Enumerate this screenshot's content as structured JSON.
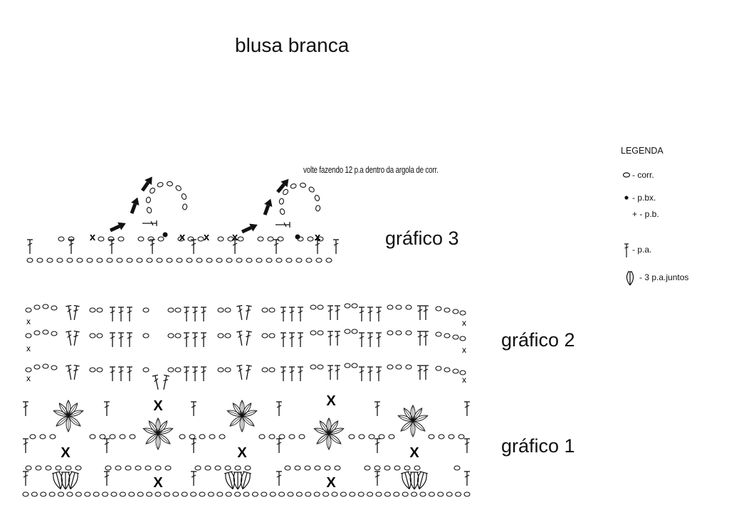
{
  "title": "blusa branca",
  "note": "volte fazendo  12 p.a dentro da argola de corr.",
  "charts": [
    {
      "label": "gráfico 3"
    },
    {
      "label": "gráfico 2"
    },
    {
      "label": "gráfico 1"
    }
  ],
  "legend": {
    "title": "LEGENDA",
    "items": [
      {
        "symbol": "chain-icon",
        "text": "- corr."
      },
      {
        "symbol": "slip-stitch-icon",
        "text": "- p.bx."
      },
      {
        "symbol": "single-crochet-icon",
        "text": "+ - p.b."
      },
      {
        "symbol": "double-crochet-icon",
        "text": "- p.a."
      },
      {
        "symbol": "cluster-icon",
        "text": "- 3 p.a.juntos"
      }
    ]
  },
  "stitch_marks": {
    "x_mark": "x",
    "x_big": "X"
  }
}
